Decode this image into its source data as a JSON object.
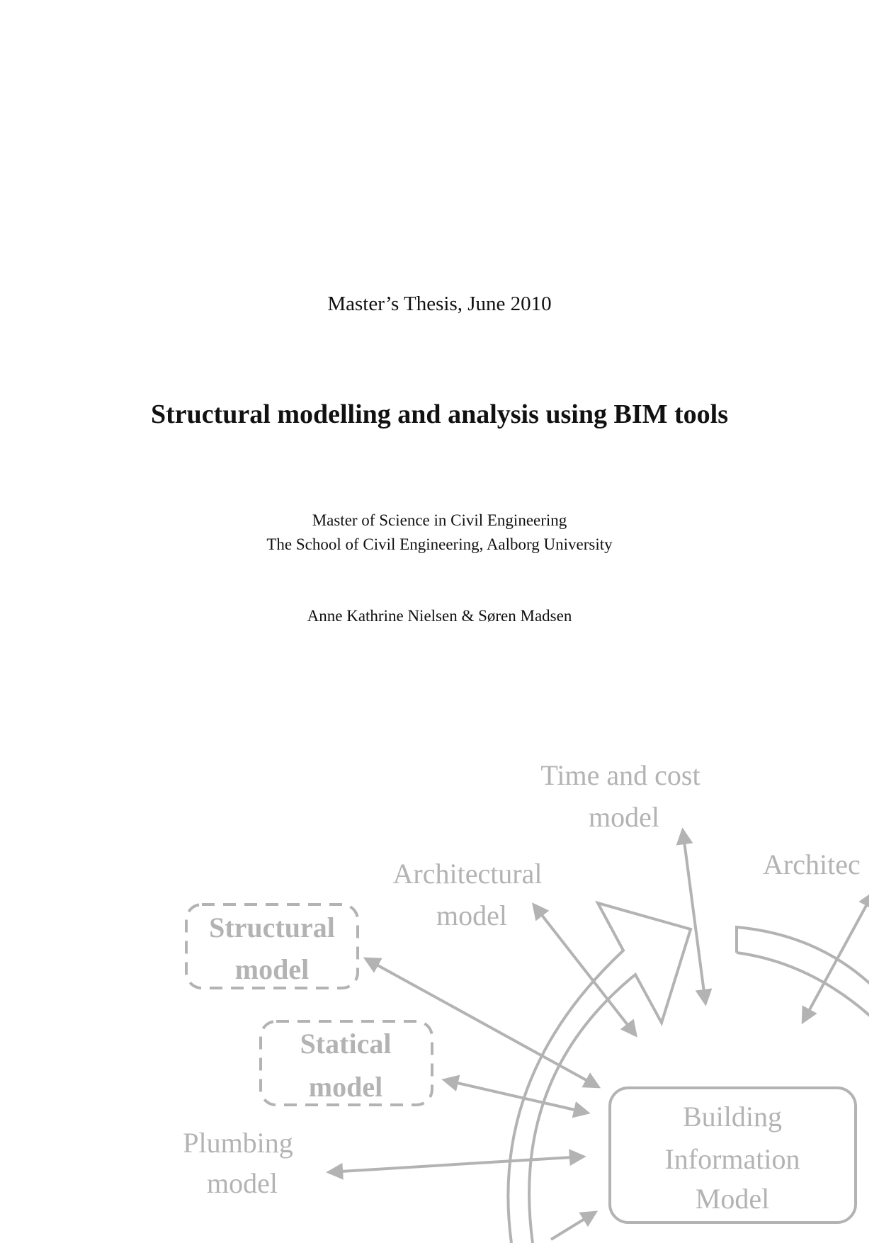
{
  "header": {
    "subtitle": "Master’s Thesis, June 2010"
  },
  "title": "Structural modelling and analysis using BIM tools",
  "program": {
    "degree": "Master of Science in Civil Engineering",
    "school": "The School of Civil Engineering, Aalborg University"
  },
  "authors": "Anne Kathrine Nielsen & Søren Madsen",
  "diagram": {
    "color": "#b3b3b3",
    "time_cost": [
      "Time and cost",
      "model"
    ],
    "architectural": [
      "Architectural",
      "model"
    ],
    "architectural_right": "Architec",
    "structural": [
      "Structural",
      "model"
    ],
    "statical": [
      "Statical",
      "model"
    ],
    "plumbing": [
      "Plumbing",
      "model"
    ],
    "bim": [
      "Building",
      "Information",
      "Model"
    ]
  }
}
